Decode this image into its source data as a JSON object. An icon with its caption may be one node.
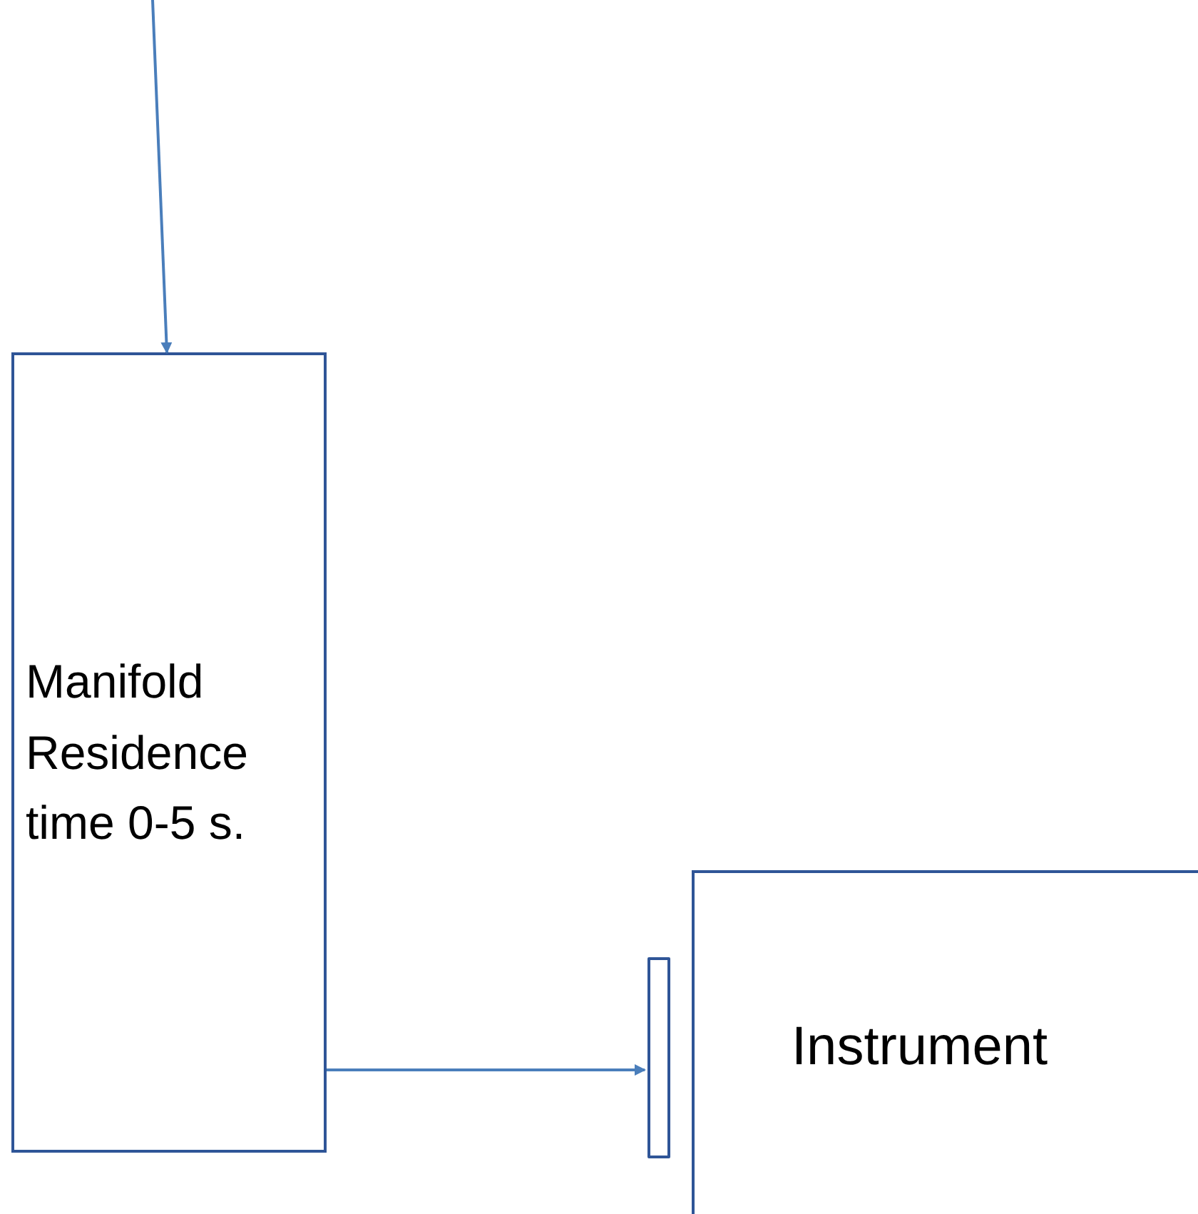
{
  "diagram": {
    "nodes": [
      {
        "text": [
          "Manifold Residence time 0-5 s."
        ]
      },
      {
        "text": [],
        "shape": "bar"
      },
      {
        "text": [
          "Instrument"
        ]
      }
    ],
    "edges": [
      {
        "from": null,
        "to": 0,
        "arrow": "to"
      },
      {
        "from": 0,
        "to": 1,
        "arrow": "to"
      }
    ]
  }
}
